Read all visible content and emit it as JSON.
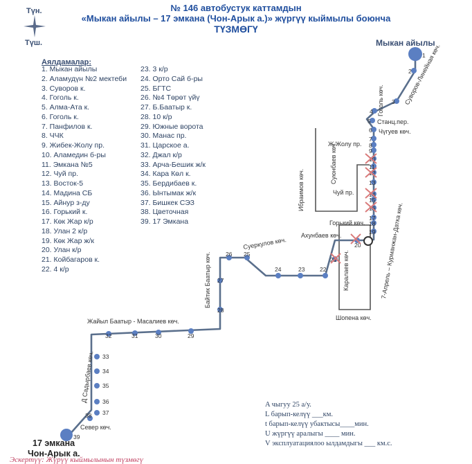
{
  "header": {
    "line1": "№ 146 автобустук каттамдын",
    "line2": "«Мыкан айылы – 17 эмкана (Чон-Арык а.)» жүргүү кыймылы боюнча",
    "line3": "ТҮЗМӨГҮ"
  },
  "compass": {
    "north": "Түн.",
    "south": "Түш."
  },
  "legend": {
    "title": "Аялдамалар:",
    "stops": [
      "1. Мыкан айылы",
      "2. Аламудүн №2 мектеби",
      "3. Суворов к.",
      "4. Гоголь к.",
      "5. Алма-Ата к.",
      "6. Гоголь к.",
      "7. Панфилов к.",
      "8. ЧЧК",
      "9. Жибек-Жолу пр.",
      "10. Аламедин б-ры",
      "11. Эмкана №5",
      "12. Чуй пр.",
      "13. Восток-5",
      "14. Мадина СБ",
      "15. Айнур з-ду",
      "16. Горький к.",
      "17. Көк Жар к/р",
      "18. Улан  2 к/р",
      "19. Көк Жар ж/к",
      "20. Улан к/р",
      "21. Койбагаров к.",
      "22. 4 к/р",
      "23.  3 к/р",
      "24. Орто Сай б-ры",
      "25.  БГТС",
      "26.  №4 Төрөт үйү",
      "27. Б.Баатыр к.",
      "28. 10 к/р",
      "29. Южные ворота",
      "30. Манас пр.",
      "31. Царское а.",
      "32. Джал к/р",
      "33. Арча-Бешик ж/к",
      "34. Кара Көл к.",
      "35. Бердибаев к.",
      "36. Ынтымак ж/к",
      "37. Бишкек СЭЗ",
      "38. Цветочная",
      "39. 17 Эмкана"
    ]
  },
  "map": {
    "endpoints": {
      "start": "Мыкан айылы",
      "end_line1": "17 эмкана",
      "end_line2": "Чон-Арык а."
    },
    "streets": {
      "suvorov": "Суворов-Линейная көч.",
      "gogol": "Гоголь көч.",
      "stanc": "Станц.пер.",
      "chuguev": "Чүгуев көч.",
      "zhzholu": "Ж.Жолу пр.",
      "suyunbaev": "Суюнбаев көч.",
      "ibraimov": "Ибраимов көч.",
      "chui": "Чуй пр.",
      "gorkiy": "Горький көч.",
      "akhunbaev": "Ахунбаев көч.",
      "kurmanjan": "7-Апрель – Курманжан-Датка көч.",
      "karalaev": "Каралаев көч.",
      "shopena": "Шопена көч.",
      "suerkulov": "Суеркулов көч.",
      "baitik": "Байтик Баатыр көч.",
      "zhaiyl": "Жайыл Баатыр  - Масалиев көч.",
      "sadyrbaev": "Д Садырбаев көч.",
      "sever": "Север көч."
    }
  },
  "info": {
    "l1": "A чыгуу  25  а/у.",
    "l2": "L барып-келүү ___км.",
    "l3": "t барып-келүү убактысы____мин.",
    "l4": "U жүргүү аралыгы ____   мин.",
    "l5": "V эксплуатациялоо ылдамдыгы ___ км.с."
  },
  "footer": {
    "note": "Эскертүү:  Жүрүү  кыймылынын  түзмөгү"
  },
  "colors": {
    "route": "#5a6f8c",
    "stop": "#5b7fc2",
    "title": "#1f4e9e",
    "cancel": "#d97a7a"
  }
}
